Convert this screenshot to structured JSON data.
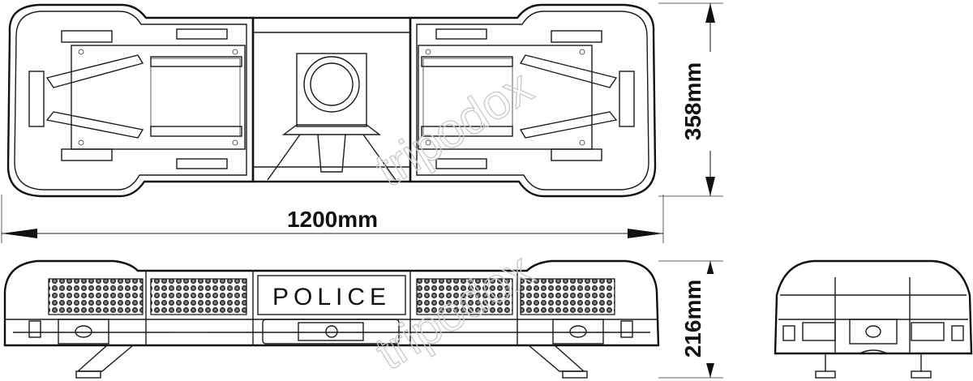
{
  "dimensions": {
    "length": "1200mm",
    "depth": "358mm",
    "height": "216mm"
  },
  "labels": {
    "front_text": "POLICE",
    "watermark": "tripodox"
  },
  "views": [
    "top-view",
    "front-view",
    "side-view"
  ]
}
